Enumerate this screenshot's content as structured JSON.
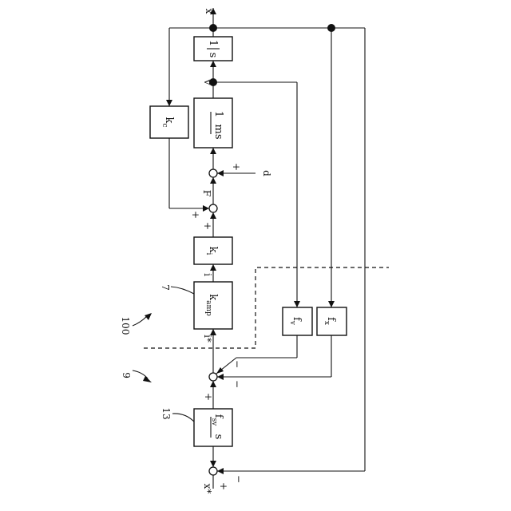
{
  "blocks": {
    "integrator": {
      "num": "1",
      "den": "s"
    },
    "plant": {
      "num": "1",
      "den": "ms"
    },
    "kc": {
      "base": "k",
      "sub": "c"
    },
    "ki": {
      "base": "k",
      "sub": "i"
    },
    "kamp": {
      "base": "k",
      "sub": "amp"
    },
    "fv": {
      "base": "f",
      "sub": "v"
    },
    "fx": {
      "base": "f",
      "sub": "x"
    },
    "fsv": {
      "num_base": "f",
      "num_sub": "sv",
      "den": "s"
    }
  },
  "signals": {
    "x": "x",
    "v": "v",
    "d": "d",
    "F": "F",
    "i": "i",
    "i_star": "i*",
    "x_star": "x*"
  },
  "signs": {
    "d_plus": "+",
    "F_plus": "+",
    "kc_plus": "+",
    "fsv_plus": "+",
    "fv_minus": "−",
    "fx_minus": "−",
    "xstar_plus": "+",
    "feedback_minus": "−"
  },
  "refs": {
    "r100": "100",
    "r9": "9",
    "r7": "7",
    "r13": "13"
  }
}
